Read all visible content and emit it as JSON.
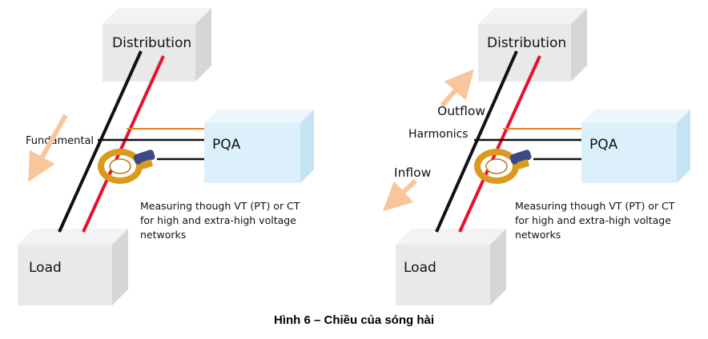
{
  "left_panel": {
    "distribution_label": "Distribution",
    "pqa_label": "PQA",
    "load_label": "Load",
    "direction_label": "Fundamental",
    "note_lines": [
      "Measuring though VT (PT) or CT",
      "for high and extra-high voltage",
      "networks"
    ]
  },
  "right_panel": {
    "distribution_label": "Distribution",
    "pqa_label": "PQA",
    "load_label": "Load",
    "outflow_label": "Outflow",
    "harmonics_label": "Harmonics",
    "inflow_label": "Inflow",
    "note_lines": [
      "Measuring though VT (PT) or CT",
      "for high and extra-high voltage",
      "networks"
    ]
  },
  "caption": "Hình 6 – Chiều của sóng hài",
  "colors": {
    "box_grey_front": "#e9e9e9",
    "box_grey_top": "#f3f3f3",
    "box_grey_side": "#d6d6d6",
    "pqa_front": "#dcf0fb",
    "pqa_top": "#ecf7fd",
    "pqa_side": "#c6e3f3",
    "phase_red": "#e8102e",
    "neutral_black": "#111111",
    "signal_orange": "#f07a1a",
    "arrow_peach": "#f8c69a",
    "clamp_gold": "#d99a1e"
  }
}
